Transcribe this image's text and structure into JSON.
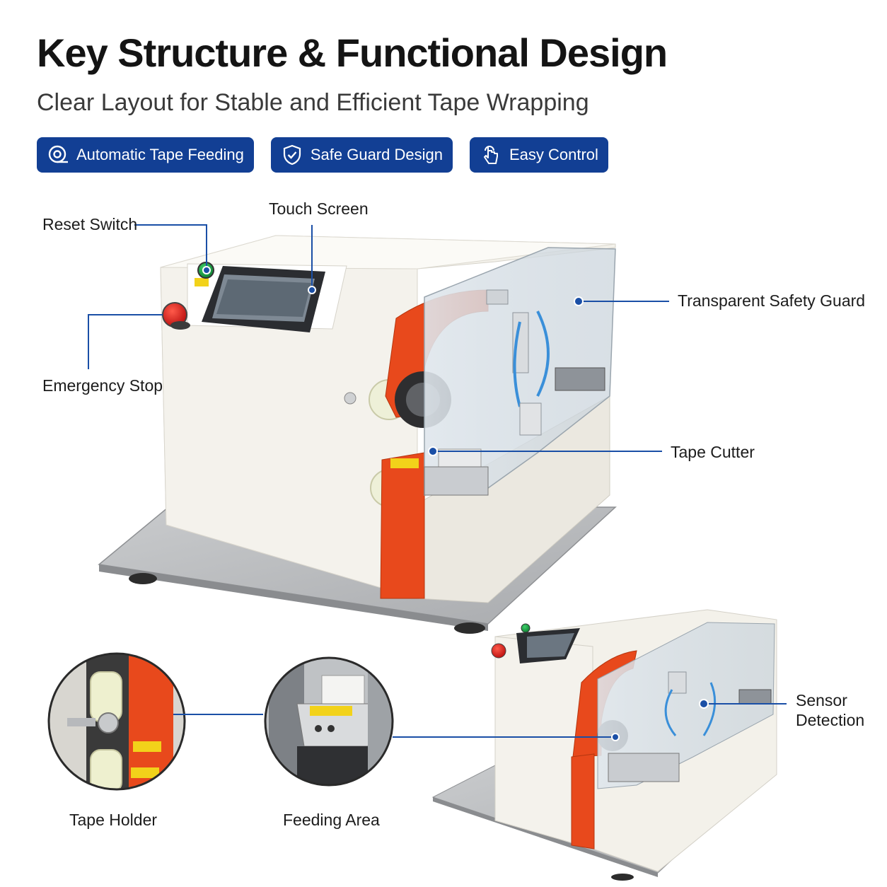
{
  "header": {
    "title": "Key Structure & Functional Design",
    "subtitle": "Clear Layout for Stable and Efficient Tape Wrapping"
  },
  "badges": [
    {
      "label": "Automatic Tape Feeding",
      "icon": "tape-roll-icon"
    },
    {
      "label": "Safe Guard Design",
      "icon": "shield-check-icon"
    },
    {
      "label": "Easy Control",
      "icon": "touch-hand-icon"
    }
  ],
  "callouts": {
    "reset_switch": "Reset Switch",
    "touch_screen": "Touch Screen",
    "emergency_stop": "Emergency Stop",
    "safety_guard": "Transparent Safety Guard",
    "tape_cutter": "Tape Cutter",
    "sensor_line1": "Sensor",
    "sensor_line2": "Detection",
    "tape_holder": "Tape Holder",
    "feeding_area": "Feeding Area"
  },
  "colors": {
    "badge_blue": "#123f94",
    "leader_blue": "#1a4fa6",
    "machine_orange": "#e8491c",
    "machine_white": "#f4f2ec",
    "base_steel": "#b8babd"
  }
}
